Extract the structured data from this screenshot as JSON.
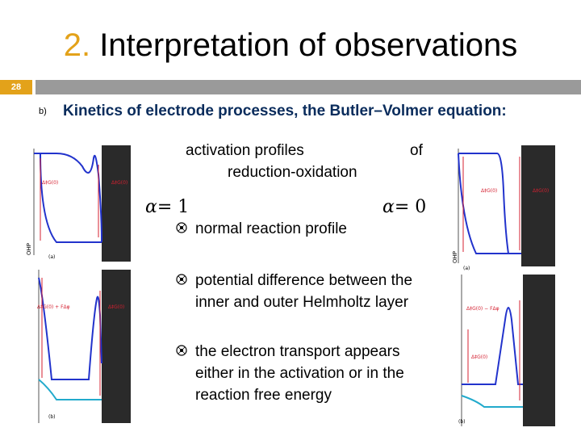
{
  "slide": {
    "title_number": "2.",
    "title_text": "Interpretation of observations",
    "slide_number": "28",
    "item_marker": "b)",
    "heading": "Kinetics of electrode processes, the Butler–Volmer equation:",
    "subtitle_line1": "activation profiles",
    "subtitle_of": "of",
    "subtitle_line2": "reduction-oxidation",
    "alpha_left": "= 1",
    "alpha_right": "= 0",
    "alpha_symbol": "α",
    "bullets": [
      "normal reaction profile",
      "potential difference between the inner and outer Helmholtz layer",
      "the electron transport appears either in the activation or in the reaction free energy"
    ],
    "bullet_icon": "circled-dot-icon"
  },
  "figures": {
    "ohp": "OHP",
    "left_top_label_a": "(a)",
    "left_bottom_label_b": "(b)",
    "right_top_label_a": "(a)",
    "right_bottom_label_b": "(b)",
    "dg_c0": "Δ‡G(0)",
    "dg_a0": "Δ‡G(0)",
    "dg_c0_f": "Δ‡G(0) + FΔφ",
    "dg_a0_b": "Δ‡G(0)",
    "dg_a0_minus": "Δ‡G(0) − FΔφ",
    "dg_c0_b": "Δ‡G(0)"
  },
  "colors": {
    "accent": "#e3a21a",
    "heading": "#0a2c5c",
    "bar": "#9a9a9a",
    "curve_blue": "#2233cc",
    "curve_cyan": "#22aacc",
    "curve_red": "#d42030",
    "electrode": "#2a2a2a"
  }
}
